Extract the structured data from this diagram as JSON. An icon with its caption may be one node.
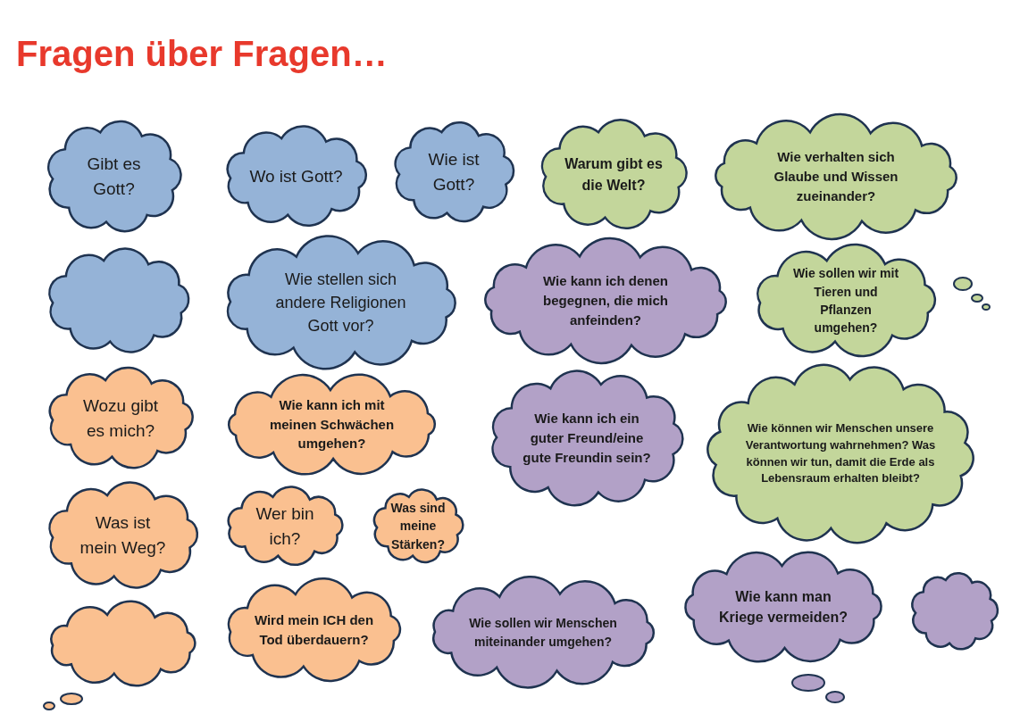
{
  "diagram": {
    "title": "Fragen über Fragen…",
    "nodes": [
      {
        "text": [
          "Gibt es Gott?"
        ]
      },
      {
        "text": [
          "Wo ist Gott?"
        ]
      },
      {
        "text": [
          "Wie ist Gott?"
        ]
      },
      {
        "text": [
          "Warum gibt es die Welt?"
        ]
      },
      {
        "text": [
          "Wie verhalten sich Glaube und Wissen zueinander?"
        ]
      },
      {
        "text": [],
        "shape": "cloud"
      },
      {
        "text": [
          "Wie stellen sich andere Religionen Gott vor?"
        ]
      },
      {
        "text": [
          "Wie sollen wir mit Tieren und Pflanzen umgehen?"
        ]
      },
      {
        "text": [
          "Wie kann ich denen begegnen, die mich anfeinden?"
        ]
      },
      {
        "text": [
          "Wie können wir Menschen unsere Verantwortung wahrnehmen? Was können wir tun, damit die Erde als Lebensraum erhalten bleibt?"
        ]
      },
      {
        "text": [
          "Wozu gibt es mich?"
        ]
      },
      {
        "text": [
          "Wie kann ich mit meinen Schwächen umgehen?"
        ]
      },
      {
        "text": [
          "Wer bin ich?"
        ]
      },
      {
        "text": [
          "Was ist mein Weg?"
        ]
      },
      {
        "text": [
          "Was sind meine Stärken?"
        ]
      },
      {
        "text": [
          "Wie kann ich ein guter Freund/eine gute Freundin sein?"
        ]
      },
      {
        "text": [],
        "shape": "cloud"
      },
      {
        "text": [
          "Wird mein ICH den Tod überdauern?"
        ]
      },
      {
        "text": [],
        "shape": "cloud"
      },
      {
        "text": [
          "Wie sollen wir Menschen miteinander umgehen?"
        ]
      },
      {
        "text": [
          "Wie kann man Kriege vermeiden?"
        ]
      }
    ],
    "edges": []
  }
}
